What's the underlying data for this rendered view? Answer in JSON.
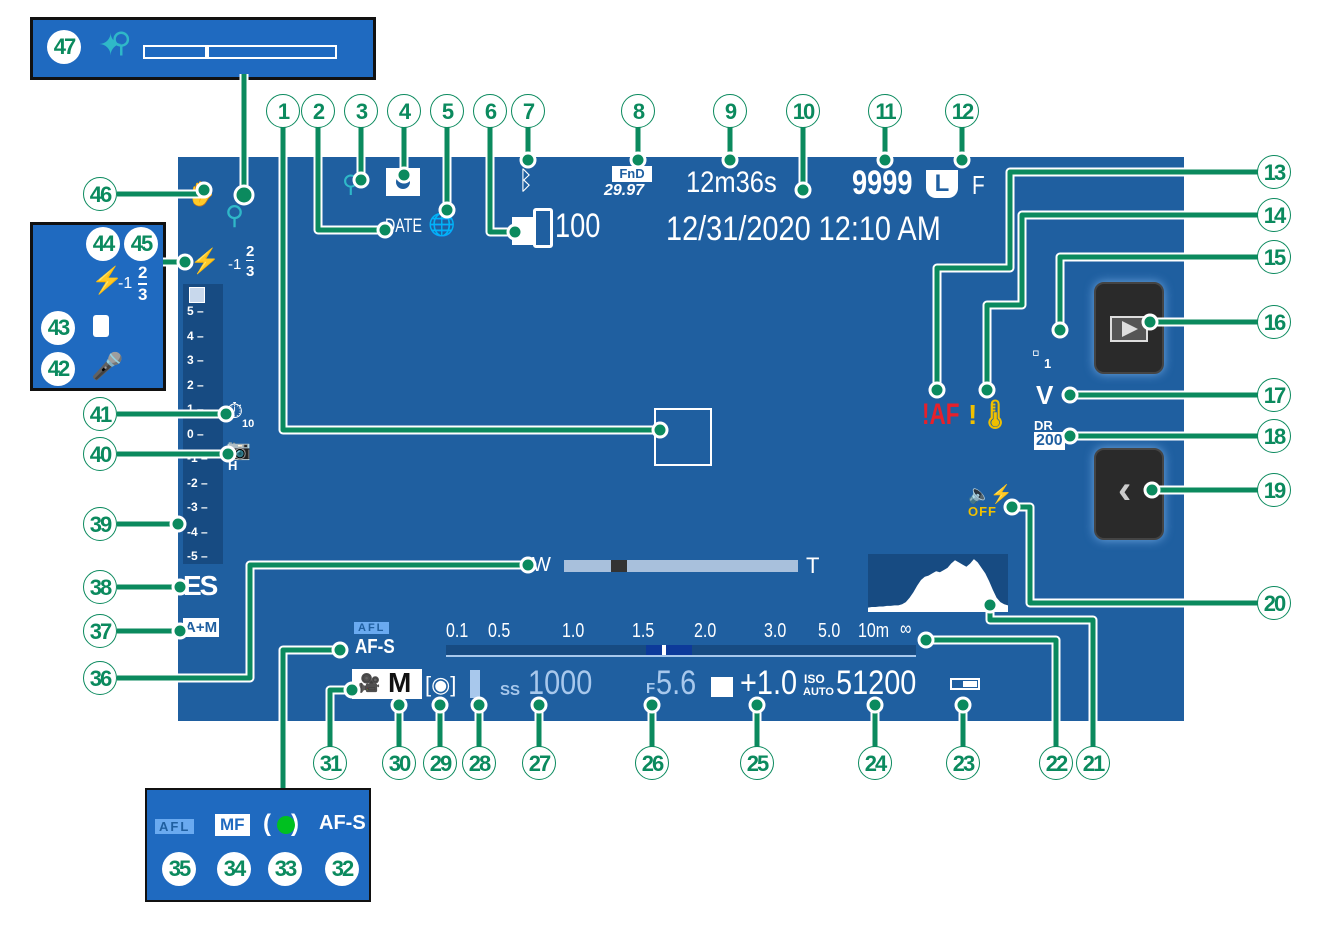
{
  "screen": {
    "date_stamp_label": "DATE",
    "frame_number": "100",
    "movie_frame_rate": "29.97",
    "movie_frame_icon_text": "FnD",
    "recording_time": "12m36s",
    "date_time": "12/31/2020 12:10 AM",
    "shots_remaining": "9999",
    "image_size": "L",
    "image_quality": "F",
    "af_warning": "!AF",
    "film_simulation": "V",
    "dynamic_range_label": "DR",
    "dynamic_range_value": "200",
    "flash_sound_off": "OFF",
    "zoom_wide": "W",
    "zoom_tele": "T",
    "afl_label": "AFL",
    "focus_mode": "AF-S",
    "shooting_mode": "M",
    "shutter_speed_label": "SS",
    "shutter_speed": "1000",
    "aperture_label": "F",
    "aperture": "5.6",
    "exposure_compensation": "+1.0",
    "iso_label_top": "ISO",
    "iso_label_bottom": "AUTO",
    "iso": "51200",
    "drive_mode": "ES",
    "focus_mode_assist": "A+M",
    "flash_compensation": "-1",
    "flash_comp_num": "2",
    "flash_comp_den": "3",
    "self_timer": "10",
    "continuous_mode": "H",
    "light_sensor_count": "1",
    "zoom_position": 0.2,
    "focus_distance_indicator": 0.46,
    "battery_level": 0.6
  },
  "focus_scale": [
    "0.1",
    "0.5",
    "1.0",
    "1.5",
    "2.0",
    "3.0",
    "5.0",
    "10m",
    "∞"
  ],
  "exposure_scale": [
    "5",
    "4",
    "3",
    "2",
    "1",
    "0",
    "-1",
    "-2",
    "-3",
    "-4",
    "-5"
  ],
  "histogram": [
    8,
    9,
    9,
    10,
    10,
    11,
    11,
    12,
    12,
    14,
    18,
    26,
    36,
    48,
    58,
    64,
    66,
    70,
    74,
    72,
    76,
    80,
    88,
    94,
    90,
    86,
    82,
    88,
    96,
    90,
    80,
    70,
    56,
    40,
    26,
    18,
    14,
    12
  ],
  "inset_top": {
    "callout": "47"
  },
  "inset_flash": {
    "callouts": [
      "44",
      "45",
      "43",
      "42"
    ],
    "flash_comp": "-1",
    "num": "2",
    "den": "3"
  },
  "inset_focus": {
    "items": [
      {
        "label": "AFL",
        "callout": "35"
      },
      {
        "label": "MF",
        "callout": "34"
      },
      {
        "label": "( ● )",
        "callout": "33"
      },
      {
        "label": "AF-S",
        "callout": "32"
      }
    ]
  },
  "callouts": {
    "c1": "1",
    "c2": "2",
    "c3": "3",
    "c4": "4",
    "c5": "5",
    "c6": "6",
    "c7": "7",
    "c8": "8",
    "c9": "9",
    "c10": "10",
    "c11": "11",
    "c12": "12",
    "c13": "13",
    "c14": "14",
    "c15": "15",
    "c16": "16",
    "c17": "17",
    "c18": "18",
    "c19": "19",
    "c20": "20",
    "c21": "21",
    "c22": "22",
    "c23": "23",
    "c24": "24",
    "c25": "25",
    "c26": "26",
    "c27": "27",
    "c28": "28",
    "c29": "29",
    "c30": "30",
    "c31": "31",
    "c36": "36",
    "c37": "37",
    "c38": "38",
    "c39": "39",
    "c40": "40",
    "c41": "41",
    "c46": "46"
  },
  "colors": {
    "screen_bg": "#1f5fa0",
    "callout_green": "#0b8a5e",
    "warning_red": "#e8202a",
    "warning_yellow": "#f0c000",
    "accent_cyan": "#2fb8c8"
  }
}
